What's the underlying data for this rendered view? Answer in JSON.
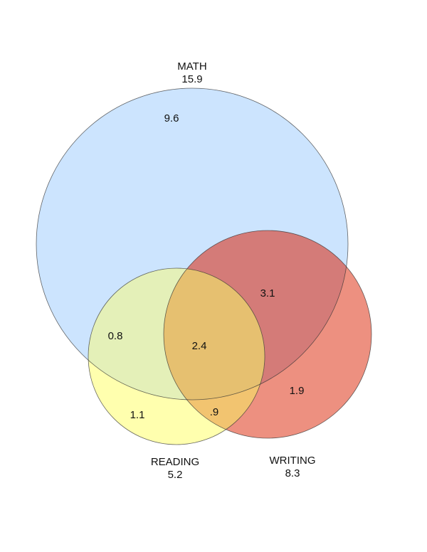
{
  "chart_data": {
    "type": "venn",
    "sets": [
      {
        "name": "MATH",
        "total": "15.9",
        "color": "#cce4fe"
      },
      {
        "name": "WRITING",
        "total": "8.3",
        "color": "#ed9080"
      },
      {
        "name": "READING",
        "total": "5.2",
        "color": "#ffffae"
      }
    ],
    "regions": {
      "math_only": "9.6",
      "math_writing": "3.1",
      "writing_only": "1.9",
      "math_reading": "0.8",
      "all_three": "2.4",
      "reading_only": "1.1",
      "reading_writing": ".9"
    },
    "overlap_colors": {
      "math_writing": "#d47b78",
      "math_reading": "#e4f0b8",
      "reading_writing": "#f2c470",
      "all_three": "#e6c070"
    }
  }
}
